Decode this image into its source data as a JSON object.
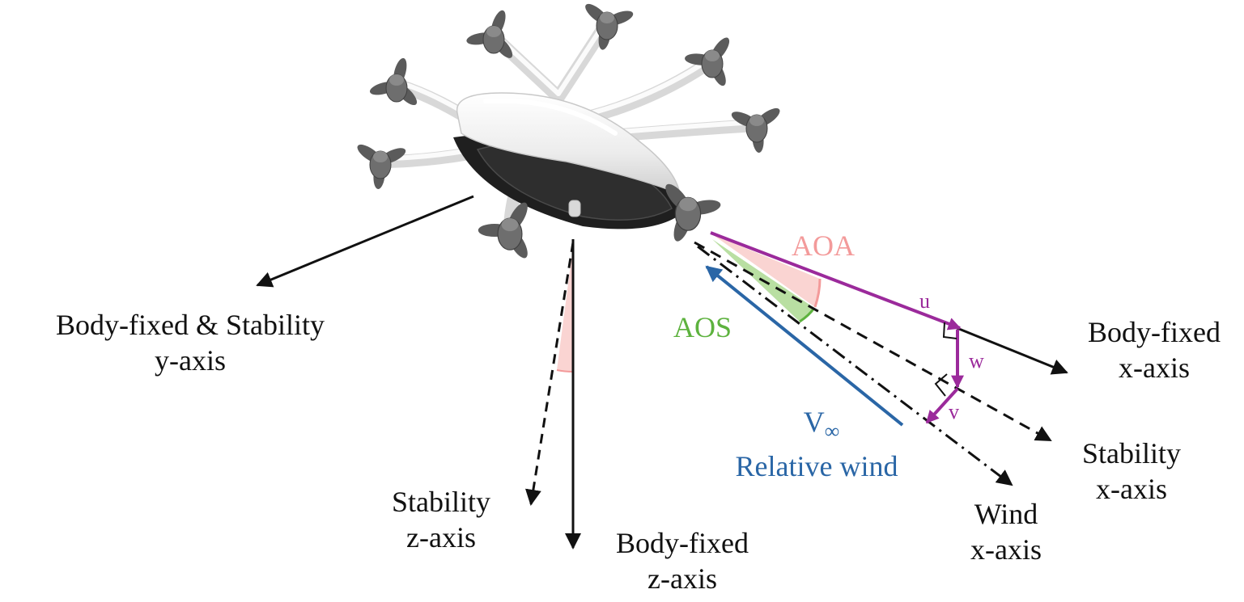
{
  "colors": {
    "axis": "#111111",
    "velocity_components": "#9b2a9b",
    "aoa": "#f39a9a",
    "aoa_fill": "#fad4d2",
    "aos": "#5db23e",
    "aos_fill": "#b9dfa2",
    "relative_wind": "#2a66a6"
  },
  "icons": {
    "aircraft": "evtol-multirotor-icon"
  },
  "labels": {
    "body_y": {
      "line1": "Body-fixed & Stability",
      "line2": "y-axis"
    },
    "stability_z": {
      "line1": "Stability",
      "line2": "z-axis"
    },
    "body_z": {
      "line1": "Body-fixed",
      "line2": "z-axis"
    },
    "body_x": {
      "line1": "Body-fixed",
      "line2": "x-axis"
    },
    "stability_x": {
      "line1": "Stability",
      "line2": "x-axis"
    },
    "wind_x": {
      "line1": "Wind",
      "line2": "x-axis"
    },
    "aoa": "AOA",
    "aos": "AOS",
    "v_inf_main": "V",
    "v_inf_sub": "∞",
    "relative_wind": "Relative wind",
    "u": "u",
    "w": "w",
    "v": "v"
  }
}
